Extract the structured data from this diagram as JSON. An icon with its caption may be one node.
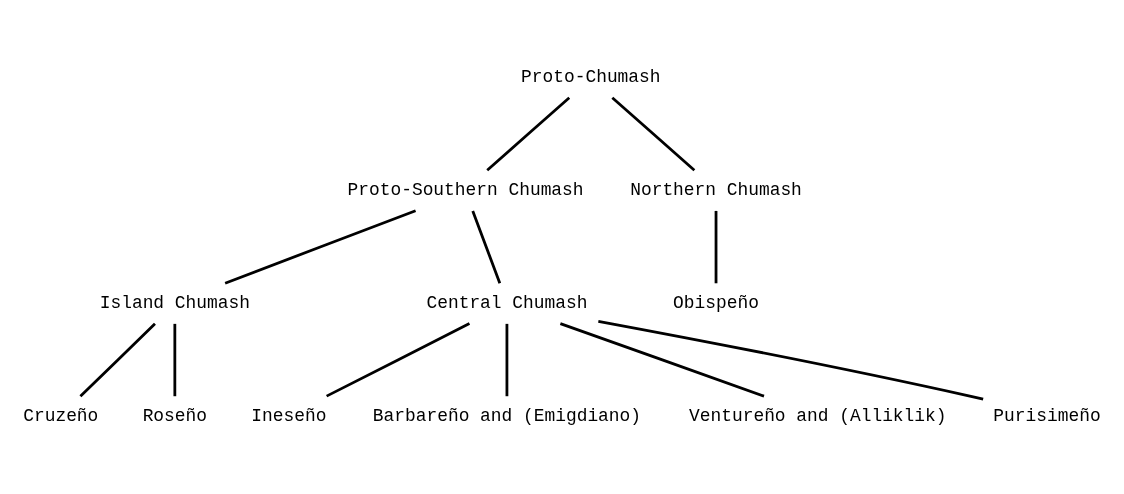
{
  "diagram": {
    "nodes": [
      {
        "text": [
          "Proto-Chumash"
        ]
      },
      {
        "text": [
          "Proto-Southern Chumash"
        ]
      },
      {
        "text": [
          "Northern Chumash"
        ]
      },
      {
        "text": [
          "Island Chumash"
        ]
      },
      {
        "text": [
          "Central Chumash"
        ]
      },
      {
        "text": [
          "Cruzeño"
        ]
      },
      {
        "text": [
          "Roseño"
        ]
      },
      {
        "text": [
          "Ineseño"
        ]
      },
      {
        "text": [
          "Barbareño and (Emigdiano)"
        ]
      },
      {
        "text": [
          "Ventureño and (Alliklik)"
        ]
      },
      {
        "text": [
          "Purisimeño"
        ]
      },
      {
        "text": [
          "Obispeño"
        ]
      }
    ],
    "edges": [
      {
        "from": 0,
        "to": 1,
        "arrow": "none"
      },
      {
        "from": 0,
        "to": 2,
        "arrow": "none"
      },
      {
        "from": 1,
        "to": 3,
        "arrow": "none"
      },
      {
        "from": 1,
        "to": 4,
        "arrow": "none"
      },
      {
        "from": 2,
        "to": 11,
        "arrow": "none"
      },
      {
        "from": 3,
        "to": 5,
        "arrow": "none"
      },
      {
        "from": 3,
        "to": 6,
        "arrow": "none"
      },
      {
        "from": 4,
        "to": 7,
        "arrow": "none"
      },
      {
        "from": 4,
        "to": 8,
        "arrow": "none"
      },
      {
        "from": 4,
        "to": 9,
        "arrow": "none"
      },
      {
        "from": 4,
        "to": 10,
        "arrow": "none"
      }
    ]
  }
}
